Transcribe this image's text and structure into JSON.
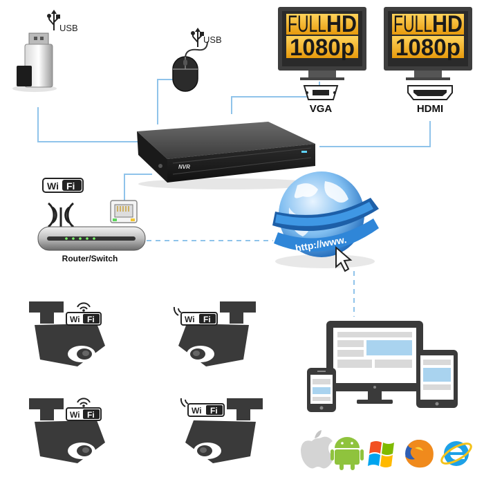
{
  "usb_stick": {
    "label": "USB"
  },
  "mouse": {
    "label": "USB"
  },
  "monitor_vga": {
    "screen_text_1": "FULL",
    "screen_text_2": "HD",
    "resolution": "1080p",
    "port_label": "VGA"
  },
  "monitor_hdmi": {
    "screen_text_1": "FULL",
    "screen_text_2": "HD",
    "resolution": "1080p",
    "port_label": "HDMI"
  },
  "nvr": {
    "label": "NVR"
  },
  "router": {
    "wifi_1": "Wi",
    "wifi_2": "Fi",
    "label": "Router/Switch"
  },
  "internet": {
    "url_text": "http://www."
  },
  "cameras": [
    {
      "wifi_1": "Wi",
      "wifi_2": "Fi"
    },
    {
      "wifi_1": "Wi",
      "wifi_2": "Fi"
    },
    {
      "wifi_1": "Wi",
      "wifi_2": "Fi"
    },
    {
      "wifi_1": "Wi",
      "wifi_2": "Fi"
    }
  ],
  "os_icons": [
    "apple-icon",
    "android-icon",
    "windows-icon",
    "firefox-icon",
    "internet-explorer-icon"
  ],
  "colors": {
    "connection_line": "#8fc3ea",
    "monitor_gold": "#f5b21e",
    "device_dark": "#3a3a3a",
    "globe_blue": "#2b7fd4"
  }
}
